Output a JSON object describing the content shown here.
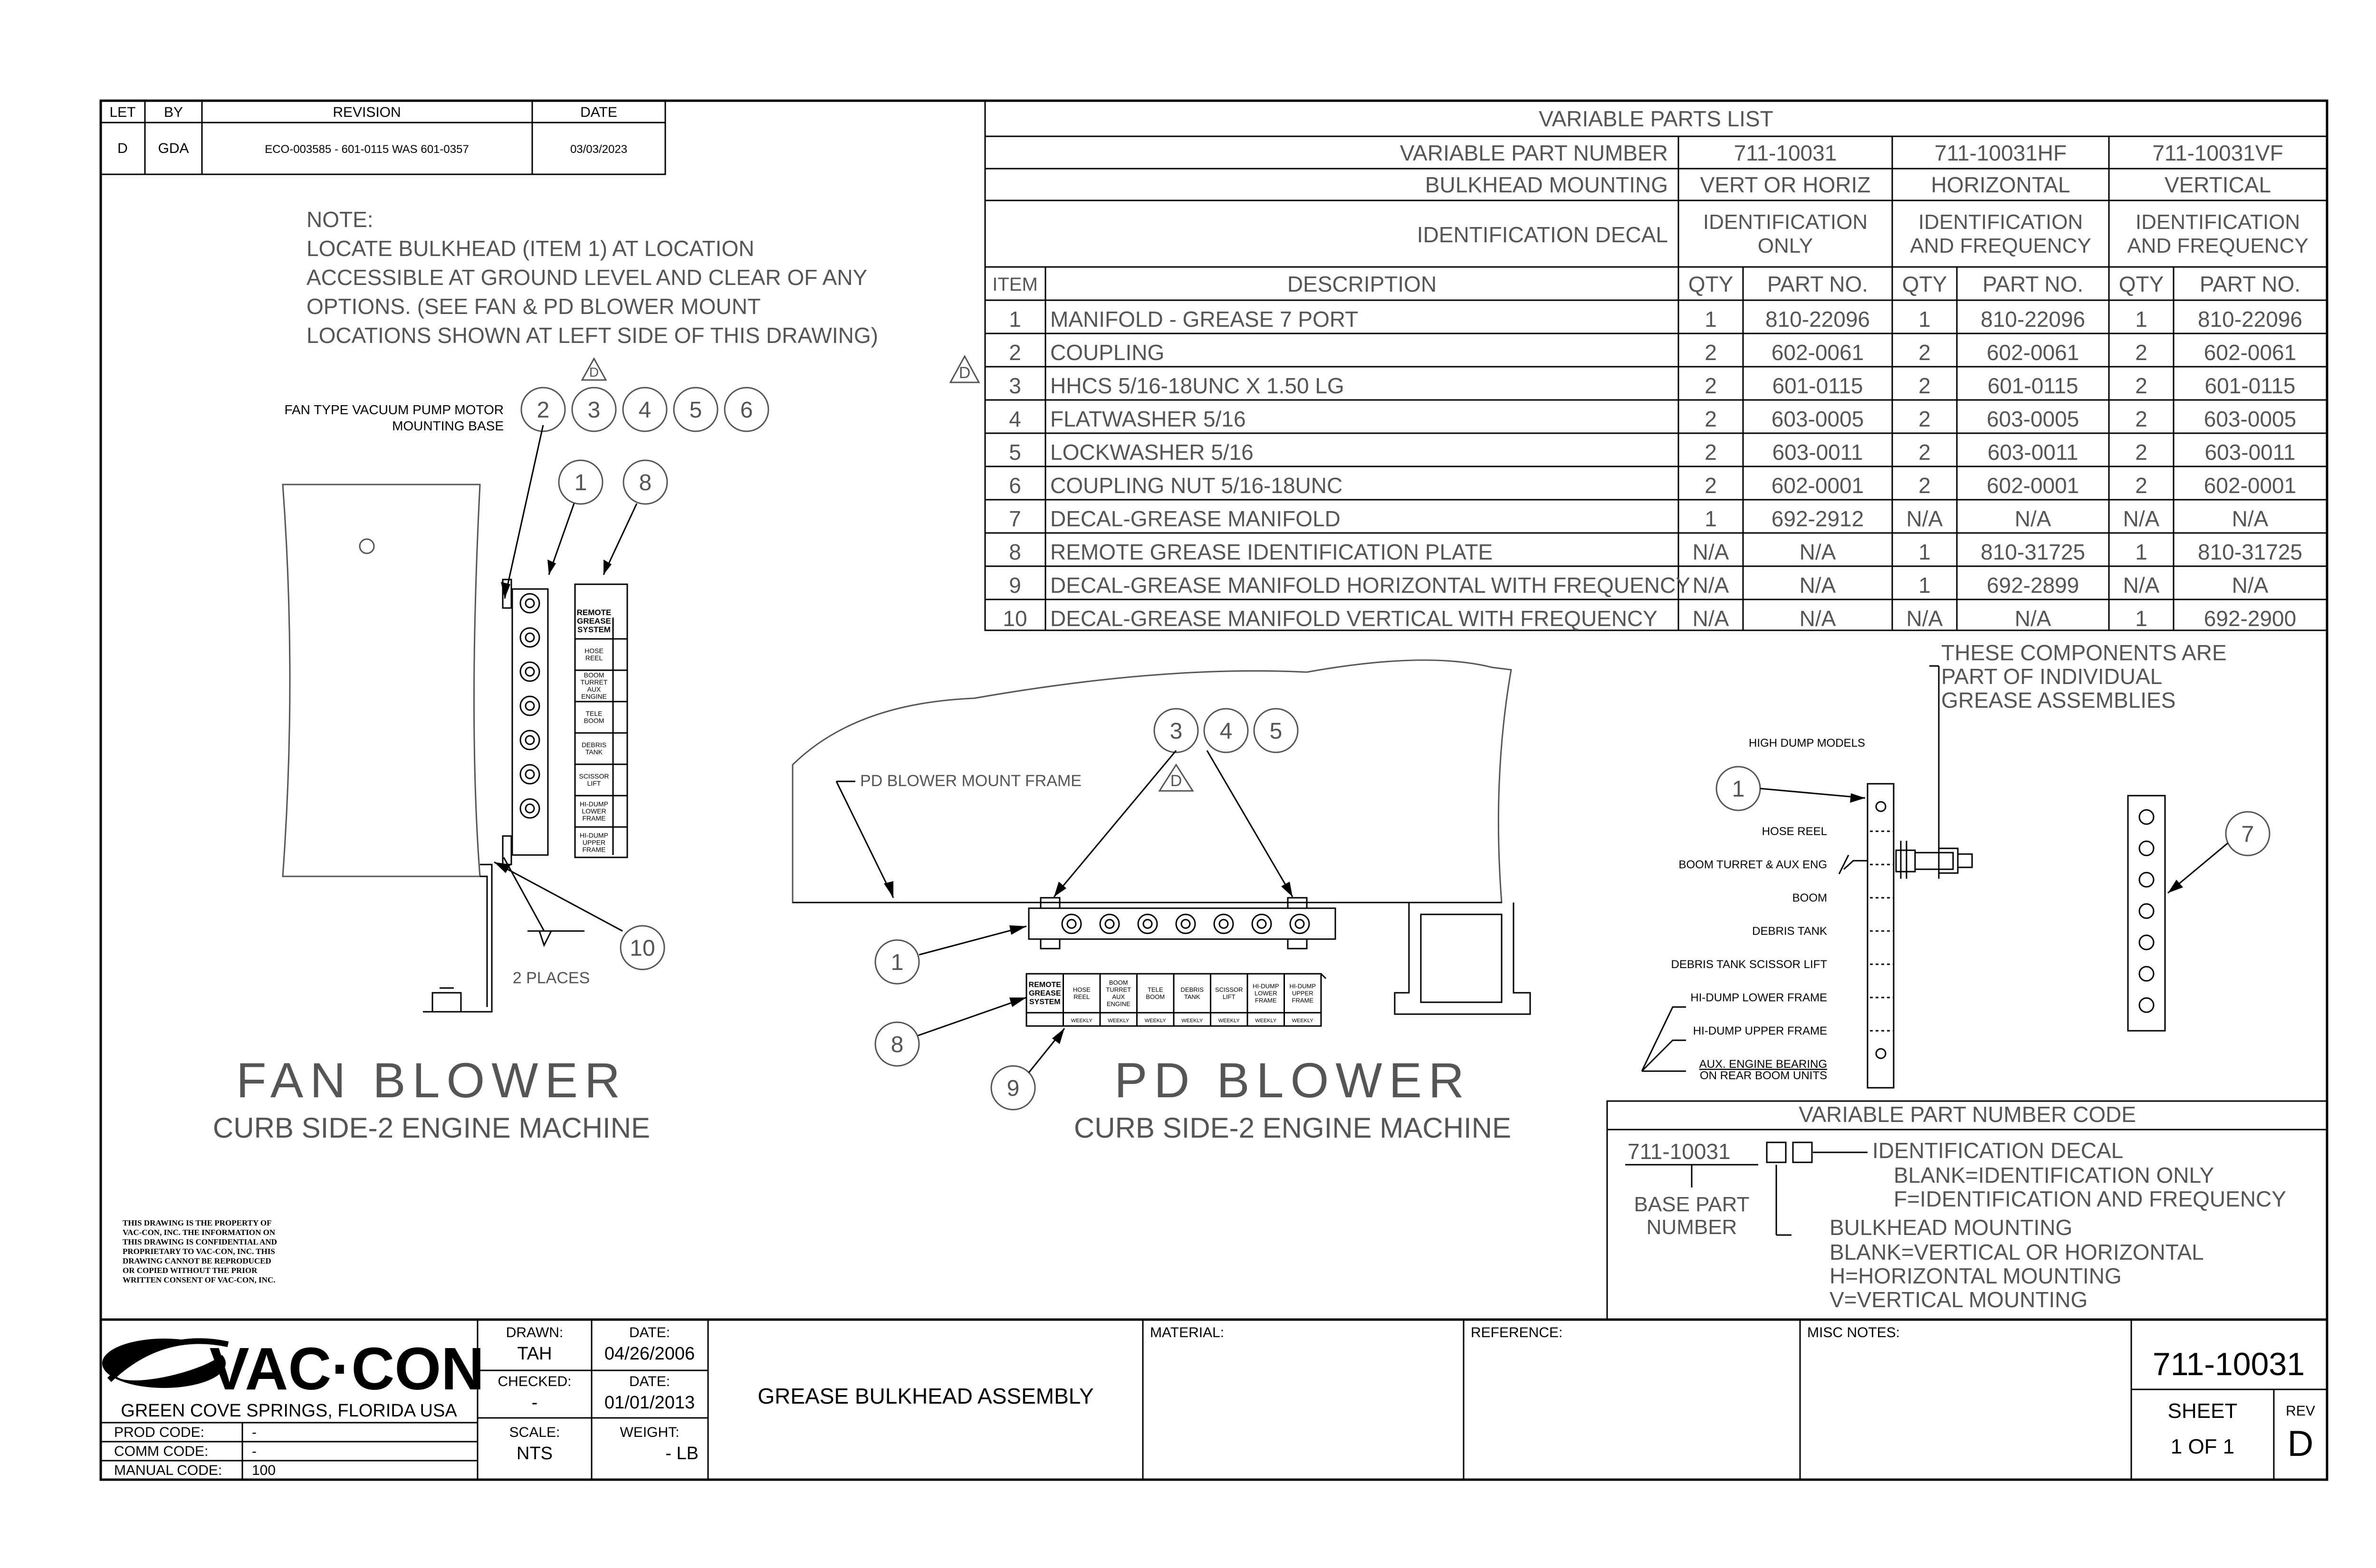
{
  "revision_block": {
    "headers": [
      "LET",
      "BY",
      "REVISION",
      "DATE"
    ],
    "row": [
      "D",
      "GDA",
      "ECO-003585 - 601-0115 WAS 601-0357",
      "03/03/2023"
    ]
  },
  "note": {
    "title": "NOTE:",
    "lines": [
      "LOCATE BULKHEAD (ITEM 1) AT LOCATION",
      "ACCESSIBLE AT GROUND LEVEL AND CLEAR OF ANY",
      "OPTIONS.  (SEE FAN & PD BLOWER MOUNT",
      "LOCATIONS SHOWN AT LEFT SIDE OF THIS DRAWING)"
    ]
  },
  "parts_list": {
    "title": "VARIABLE PARTS LIST",
    "variable_part_number_label": "VARIABLE PART NUMBER",
    "bulkhead_mounting_label": "BULKHEAD MOUNTING",
    "identification_decal_label": "IDENTIFICATION DECAL",
    "variants": [
      {
        "number": "711-10031",
        "mounting": "VERT OR HORIZ",
        "decal": [
          "IDENTIFICATION",
          "ONLY"
        ]
      },
      {
        "number": "711-10031HF",
        "mounting": "HORIZONTAL",
        "decal": [
          "IDENTIFICATION",
          "AND FREQUENCY"
        ]
      },
      {
        "number": "711-10031VF",
        "mounting": "VERTICAL",
        "decal": [
          "IDENTIFICATION",
          "AND FREQUENCY"
        ]
      }
    ],
    "col_item": "ITEM",
    "col_desc": "DESCRIPTION",
    "col_qty": "QTY",
    "col_part": "PART NO.",
    "rows": [
      {
        "item": "1",
        "desc": "MANIFOLD - GREASE 7 PORT",
        "cells": [
          "1",
          "810-22096",
          "1",
          "810-22096",
          "1",
          "810-22096"
        ]
      },
      {
        "item": "2",
        "desc": "COUPLING",
        "cells": [
          "2",
          "602-0061",
          "2",
          "602-0061",
          "2",
          "602-0061"
        ]
      },
      {
        "item": "3",
        "desc": "HHCS 5/16-18UNC X 1.50 LG",
        "cells": [
          "2",
          "601-0115",
          "2",
          "601-0115",
          "2",
          "601-0115"
        ]
      },
      {
        "item": "4",
        "desc": "FLATWASHER 5/16",
        "cells": [
          "2",
          "603-0005",
          "2",
          "603-0005",
          "2",
          "603-0005"
        ]
      },
      {
        "item": "5",
        "desc": "LOCKWASHER 5/16",
        "cells": [
          "2",
          "603-0011",
          "2",
          "603-0011",
          "2",
          "603-0011"
        ]
      },
      {
        "item": "6",
        "desc": "COUPLING NUT 5/16-18UNC",
        "cells": [
          "2",
          "602-0001",
          "2",
          "602-0001",
          "2",
          "602-0001"
        ]
      },
      {
        "item": "7",
        "desc": "DECAL-GREASE MANIFOLD",
        "cells": [
          "1",
          "692-2912",
          "N/A",
          "N/A",
          "N/A",
          "N/A"
        ]
      },
      {
        "item": "8",
        "desc": "REMOTE GREASE IDENTIFICATION PLATE",
        "cells": [
          "N/A",
          "N/A",
          "1",
          "810-31725",
          "1",
          "810-31725"
        ]
      },
      {
        "item": "9",
        "desc": "DECAL-GREASE MANIFOLD HORIZONTAL WITH FREQUENCY",
        "cells": [
          "N/A",
          "N/A",
          "1",
          "692-2899",
          "N/A",
          "N/A"
        ]
      },
      {
        "item": "10",
        "desc": "DECAL-GREASE MANIFOLD VERTICAL WITH FREQUENCY",
        "cells": [
          "N/A",
          "N/A",
          "N/A",
          "N/A",
          "1",
          "692-2900"
        ]
      }
    ],
    "rev_marker": "D"
  },
  "fan_view": {
    "motor_label_1": "FAN TYPE VACUUM PUMP MOTOR",
    "motor_label_2": "MOUNTING BASE",
    "balloons_top": [
      "2",
      "3",
      "4",
      "5",
      "6"
    ],
    "balloons_mid": [
      "1",
      "8"
    ],
    "balloon_bottom": "10",
    "places": "2 PLACES",
    "rev_marker": "D",
    "plate_title": [
      "REMOTE",
      "GREASE",
      "SYSTEM"
    ],
    "plate_entries": [
      [
        "HOSE",
        "REEL"
      ],
      [
        "BOOM",
        "TURRET",
        "AUX",
        "ENGINE"
      ],
      [
        "TELE",
        "BOOM"
      ],
      [
        "DEBRIS",
        "TANK"
      ],
      [
        "SCISSOR",
        "LIFT"
      ],
      [
        "HI-DUMP",
        "LOWER",
        "FRAME"
      ],
      [
        "HI-DUMP",
        "UPPER",
        "FRAME"
      ]
    ],
    "title": "FAN BLOWER",
    "subtitle": "CURB SIDE-2 ENGINE MACHINE"
  },
  "pd_view": {
    "frame_label": "PD BLOWER MOUNT FRAME",
    "balloons_top": [
      "3",
      "4",
      "5"
    ],
    "balloon_1": "1",
    "balloon_8": "8",
    "balloon_9": "9",
    "rev_marker": "D",
    "plate_title": [
      "REMOTE",
      "GREASE",
      "SYSTEM"
    ],
    "plate_entries": [
      [
        "HOSE",
        "REEL"
      ],
      [
        "BOOM",
        "TURRET",
        "AUX",
        "ENGINE"
      ],
      [
        "TELE",
        "BOOM"
      ],
      [
        "DEBRIS",
        "TANK"
      ],
      [
        "SCISSOR",
        "LIFT"
      ],
      [
        "HI-DUMP",
        "LOWER",
        "FRAME"
      ],
      [
        "HI-DUMP",
        "UPPER",
        "FRAME"
      ]
    ],
    "frequency": "WEEKLY",
    "title": "PD BLOWER",
    "subtitle": "CURB SIDE-2 ENGINE MACHINE"
  },
  "components_note": [
    "THESE COMPONENTS ARE",
    "PART OF INDIVIDUAL",
    "GREASE ASSEMBLIES"
  ],
  "vertical_view": {
    "balloon": "1",
    "labels": [
      "HIGH DUMP MODELS",
      "HOSE REEL",
      "BOOM TURRET & AUX ENG",
      "BOOM",
      "DEBRIS TANK",
      "DEBRIS TANK SCISSOR LIFT",
      "HI-DUMP LOWER FRAME",
      "HI-DUMP UPPER FRAME",
      "AUX. ENGINE BEARING",
      "ON REAR BOOM UNITS"
    ]
  },
  "decal_view": {
    "balloon": "7"
  },
  "part_number_code": {
    "title": "VARIABLE PART NUMBER CODE",
    "base": "711-10031",
    "base_label": [
      "BASE PART",
      "NUMBER"
    ],
    "decal_lines": [
      "IDENTIFICATION DECAL",
      "BLANK=IDENTIFICATION ONLY",
      "F=IDENTIFICATION AND FREQUENCY"
    ],
    "mount_lines": [
      "BULKHEAD MOUNTING",
      "BLANK=VERTICAL OR HORIZONTAL",
      "H=HORIZONTAL MOUNTING",
      "V=VERTICAL MOUNTING"
    ]
  },
  "confidential": [
    "THIS DRAWING IS THE PROPERTY OF",
    "VAC-CON, INC.  THE INFORMATION ON",
    "THIS DRAWING IS CONFIDENTIAL AND",
    "PROPRIETARY TO VAC-CON, INC.  THIS",
    "DRAWING CANNOT BE REPRODUCED",
    "OR COPIED WITHOUT THE PRIOR",
    "WRITTEN CONSENT OF VAC-CON, INC."
  ],
  "title_block": {
    "logo": "VAC·CON",
    "location": "GREEN COVE SPRINGS, FLORIDA USA",
    "prod_code_label": "PROD CODE:",
    "prod_code": "-",
    "comm_code_label": "COMM CODE:",
    "comm_code": "-",
    "manual_code_label": "MANUAL CODE:",
    "manual_code": "100",
    "drawn_label": "DRAWN:",
    "drawn": "TAH",
    "drawn_date_label": "DATE:",
    "drawn_date": "04/26/2006",
    "checked_label": "CHECKED:",
    "checked": "-",
    "checked_date_label": "DATE:",
    "checked_date": "01/01/2013",
    "scale_label": "SCALE:",
    "scale": "NTS",
    "weight_label": "WEIGHT:",
    "weight": "- LB",
    "drawing_title": "GREASE BULKHEAD ASSEMBLY",
    "material_label": "MATERIAL:",
    "reference_label": "REFERENCE:",
    "misc_label": "MISC NOTES:",
    "part_number": "711-10031",
    "sheet_label": "SHEET",
    "sheet": "1 OF 1",
    "rev_label": "REV",
    "rev": "D"
  }
}
